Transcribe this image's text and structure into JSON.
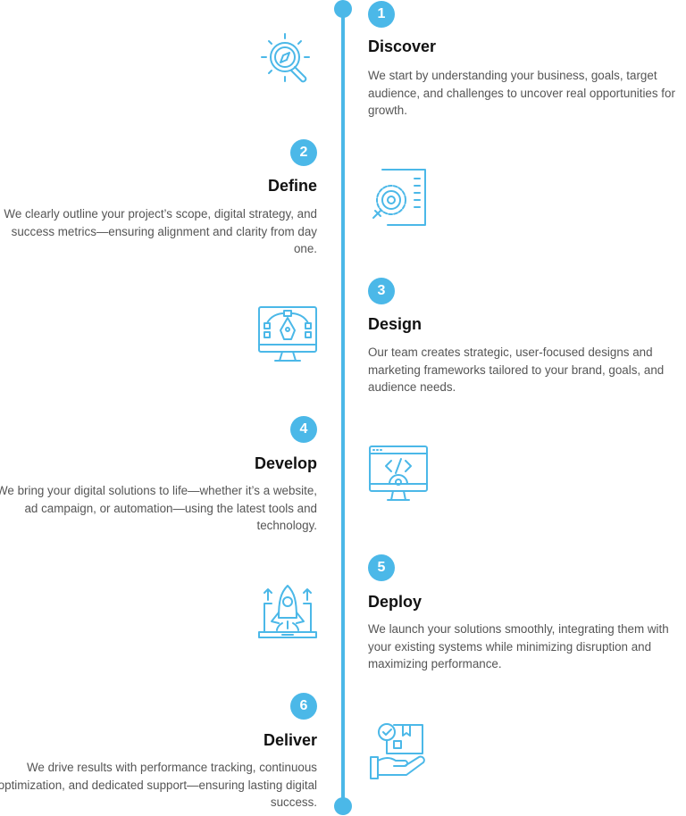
{
  "accent_color": "#4bb8e8",
  "steps": [
    {
      "number": "1",
      "title": "Discover",
      "description": "We start by understanding your business, goals, target audience, and challenges to uncover real opportunities for growth.",
      "icon": "magnifier-compass-icon"
    },
    {
      "number": "2",
      "title": "Define",
      "description": "We clearly outline your project’s scope, digital strategy, and success metrics—ensuring alignment and clarity from day one.",
      "icon": "gear-document-icon"
    },
    {
      "number": "3",
      "title": "Design",
      "description": "Our team creates strategic, user-focused designs and marketing frameworks tailored to your brand, goals, and audience needs.",
      "icon": "pen-tool-monitor-icon"
    },
    {
      "number": "4",
      "title": "Develop",
      "description": "We bring your digital solutions to life—whether it’s a website, ad campaign, or automation—using the latest tools and technology.",
      "icon": "code-monitor-icon"
    },
    {
      "number": "5",
      "title": "Deploy",
      "description": "We launch your solutions smoothly, integrating them with your existing systems while minimizing disruption and maximizing performance.",
      "icon": "rocket-laptop-icon"
    },
    {
      "number": "6",
      "title": "Deliver",
      "description": "We drive results with performance tracking, continuous optimization, and dedicated support—ensuring lasting digital success.",
      "icon": "hand-package-icon"
    }
  ]
}
